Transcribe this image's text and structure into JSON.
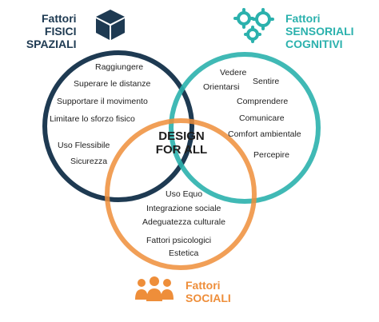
{
  "colors": {
    "physical": "#1e3a52",
    "sensorial": "#2bb1ad",
    "social": "#ee8e3a",
    "text": "#1f1f1f"
  },
  "center": {
    "line1": "DESIGN",
    "line2": "FOR ALL"
  },
  "physical": {
    "header": [
      "Fattori",
      "FISICI",
      "SPAZIALI"
    ],
    "icon": "cube-icon",
    "items": [
      "Raggiungere",
      "Superare le distanze",
      "Supportare il movimento",
      "Limitare lo sforzo fisico",
      "Uso Flessibile",
      "Sicurezza"
    ]
  },
  "sensorial": {
    "header": [
      "Fattori",
      "SENSORIALI",
      "COGNITIVI"
    ],
    "icon": "gears-icon",
    "items": [
      "Vedere",
      "Sentire",
      "Orientarsi",
      "Comprendere",
      "Comunicare",
      "Comfort ambientale",
      "Percepire"
    ]
  },
  "social": {
    "header": [
      "Fattori",
      "SOCIALI"
    ],
    "icon": "people-group-icon",
    "items": [
      "Uso Equo",
      "Integrazione sociale",
      "Adeguatezza culturale",
      "Fattori psicologici",
      "Estetica"
    ]
  }
}
